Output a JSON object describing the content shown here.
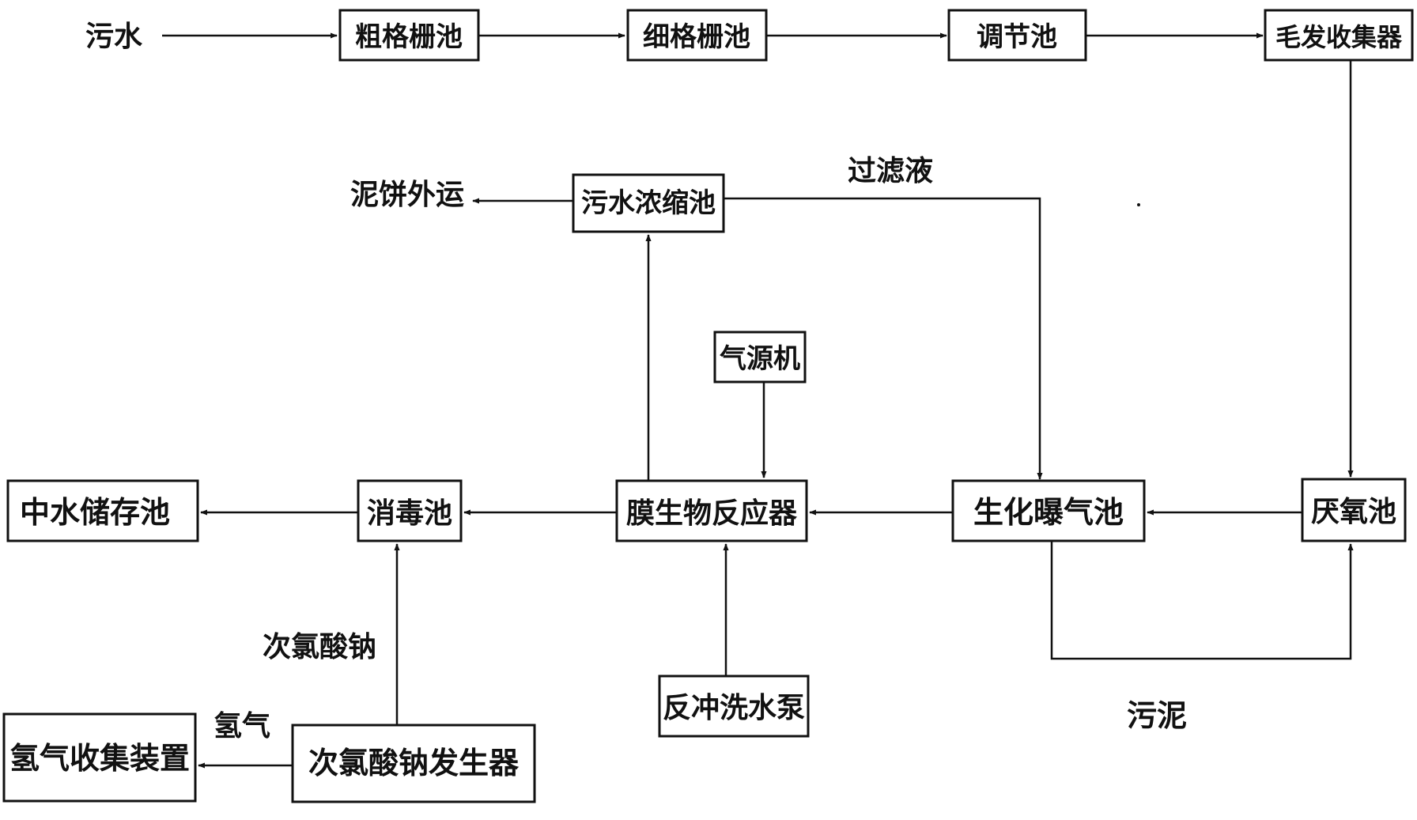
{
  "nodes": {
    "coarse_screen": "粗格栅池",
    "fine_screen": "细格栅池",
    "equalization": "调节池",
    "hair_collector": "毛发收集器",
    "sludge_thickener": "污水浓缩池",
    "air_source": "气源机",
    "mbr": "膜生物反应器",
    "aeration": "生化曝气池",
    "anoxic": "厌氧池",
    "reclaimed_storage": "中水储存池",
    "disinfection": "消毒池",
    "backwash_pump": "反冲洗水泵",
    "hydrogen_collector": "氢气收集装置",
    "hypochlorite_generator": "次氯酸钠发生器"
  },
  "labels": {
    "sewage_in": "污水",
    "cake_out": "泥饼外运",
    "filtrate": "过滤液",
    "hypochlorite": "次氯酸钠",
    "hydrogen": "氢气",
    "sludge": "污泥"
  },
  "style": {
    "line_color": "#111111",
    "background": "#ffffff"
  }
}
